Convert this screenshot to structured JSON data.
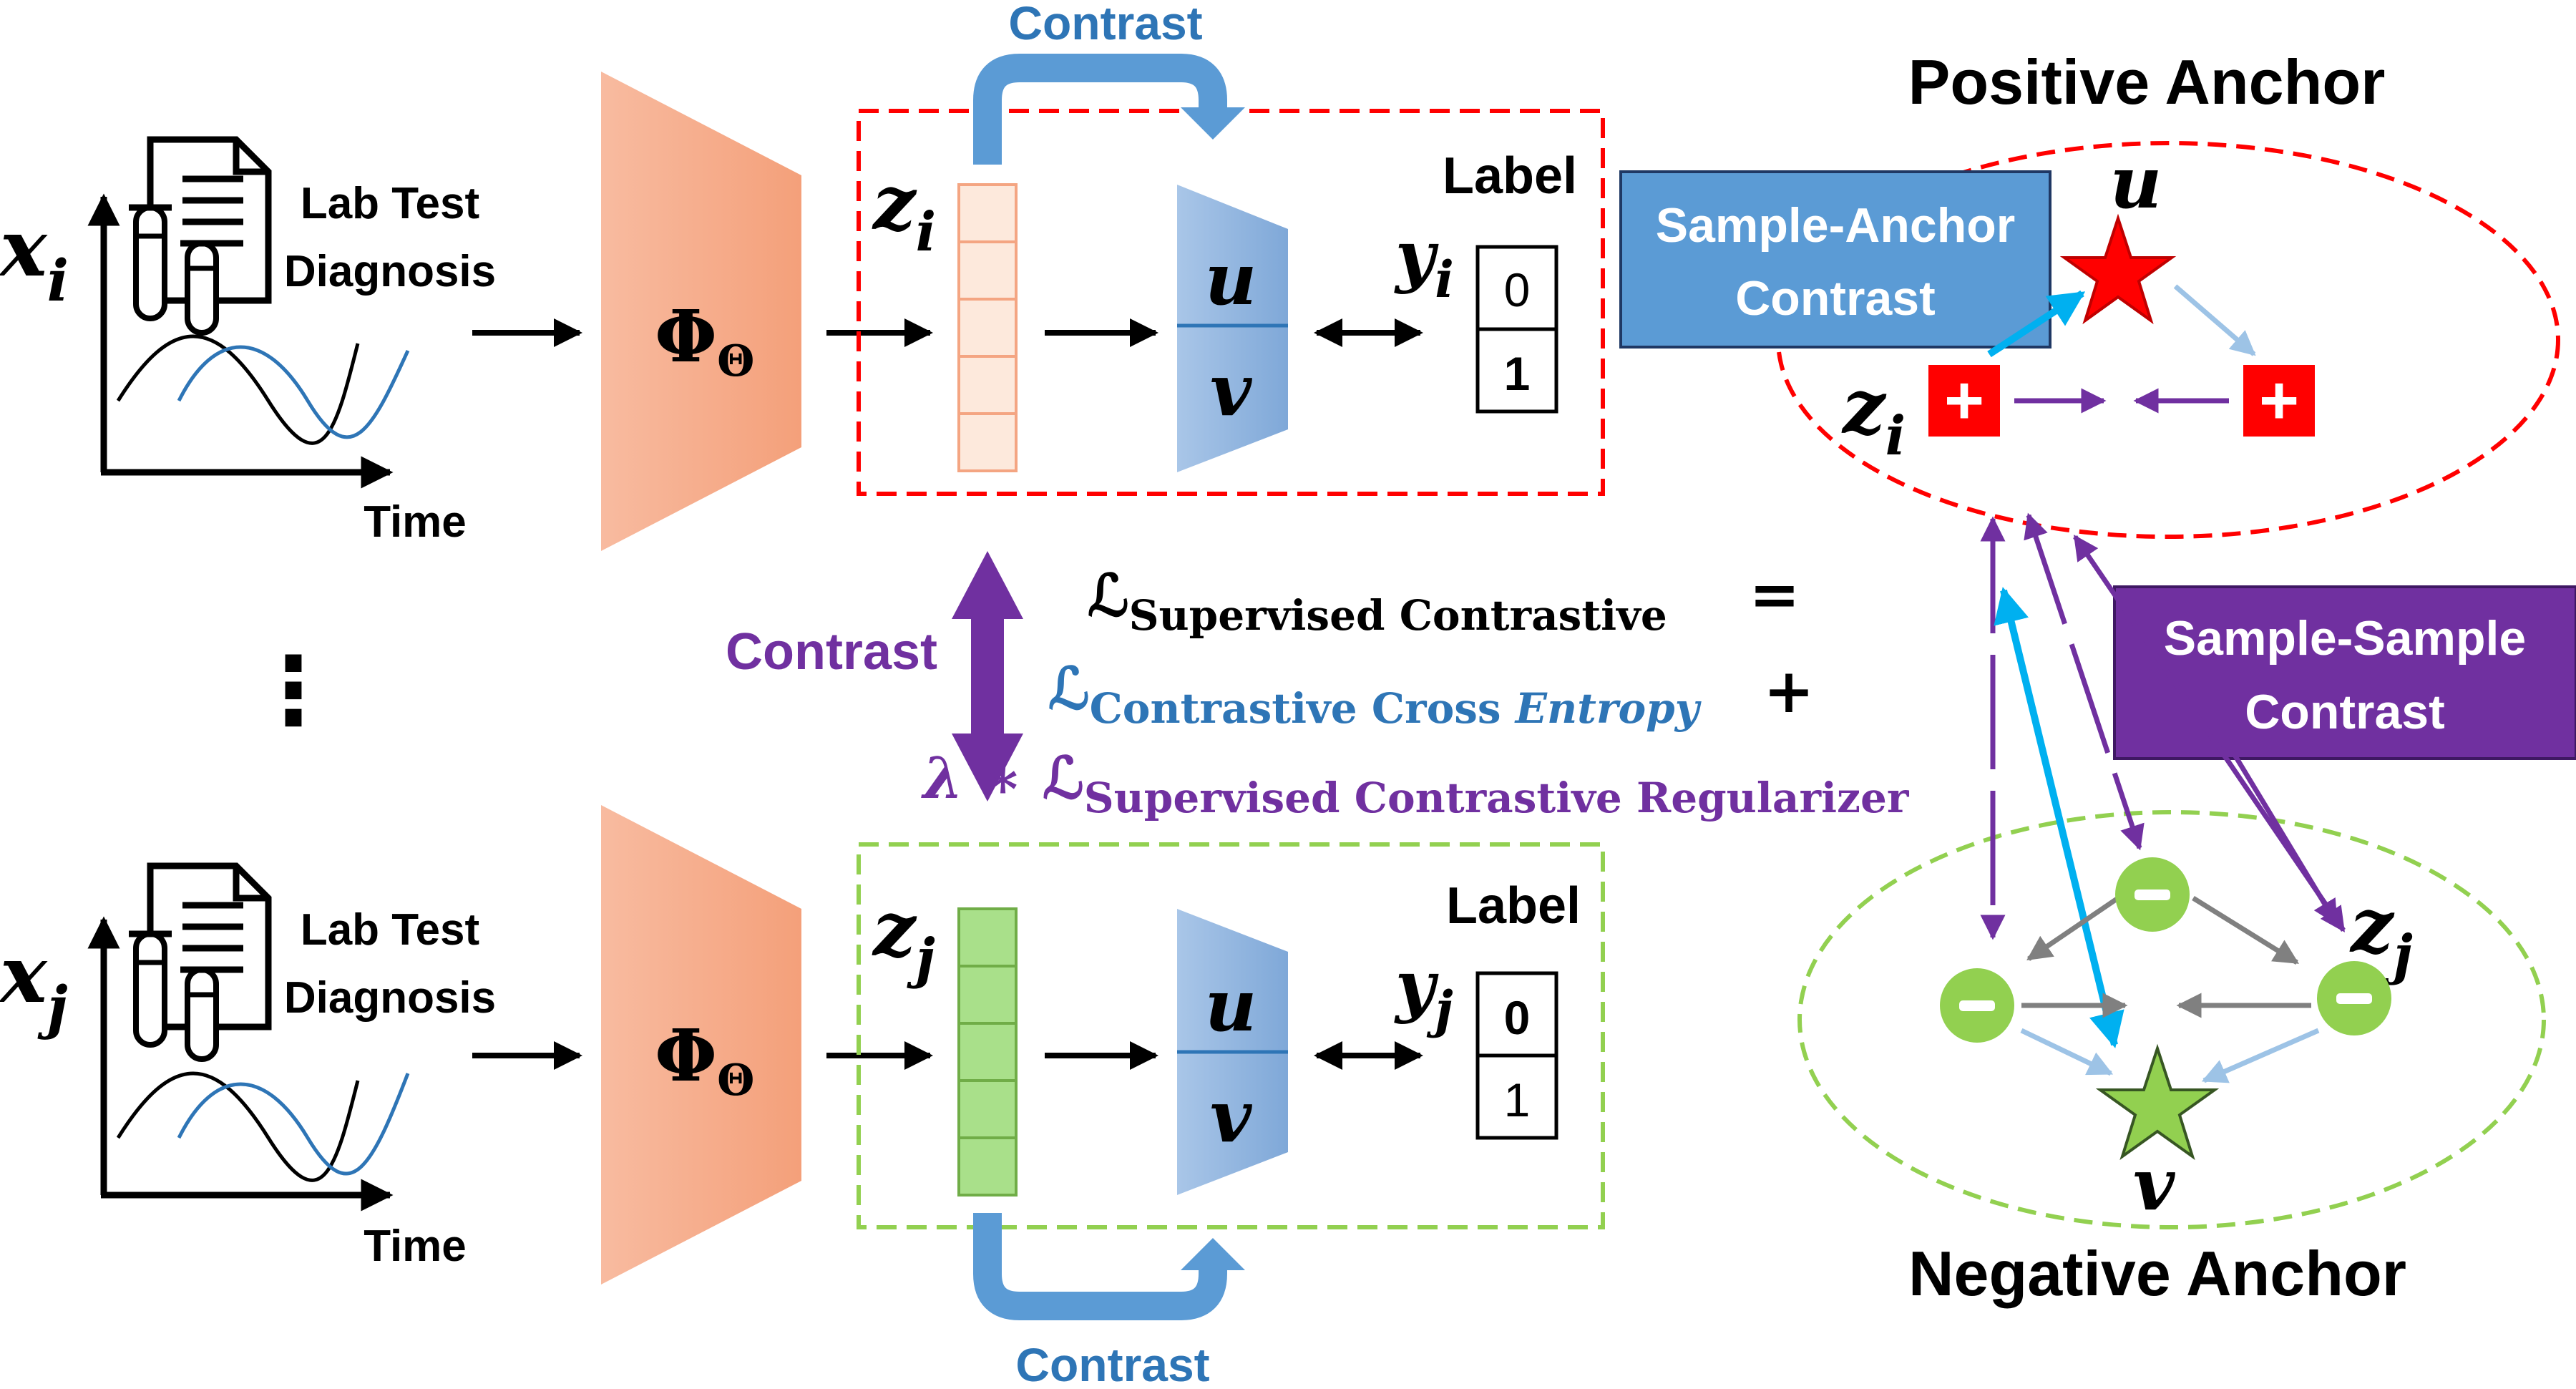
{
  "top_row": {
    "input_label_main": "x",
    "input_label_sub": "i",
    "lab_test_line1": "Lab Test",
    "lab_test_line2": "Diagnosis",
    "time_label": "Time",
    "encoder_label": "Φ",
    "encoder_sub": "Θ",
    "embedding_label_main": "z",
    "embedding_label_sub": "i",
    "anchor_u": "u",
    "anchor_v": "v",
    "label_title": "Label",
    "y_label_main": "y",
    "y_label_sub": "i",
    "y_values": [
      "0",
      "1"
    ],
    "contrast_label": "Contrast"
  },
  "bottom_row": {
    "input_label_main": "x",
    "input_label_sub": "j",
    "lab_test_line1": "Lab Test",
    "lab_test_line2": "Diagnosis",
    "time_label": "Time",
    "encoder_label": "Φ",
    "encoder_sub": "Θ",
    "embedding_label_main": "z",
    "embedding_label_sub": "j",
    "anchor_u": "u",
    "anchor_v": "v",
    "label_title": "Label",
    "y_label_main": "y",
    "y_label_sub": "j",
    "y_values": [
      "0",
      "1"
    ],
    "contrast_label": "Contrast"
  },
  "middle": {
    "ellipsis": "⋮",
    "contrast_label": "Contrast",
    "loss_line1_symbol": "ℒ",
    "loss_line1_sub": "Supervised Contrastive",
    "loss_line1_op": "=",
    "loss_line2_symbol": "ℒ",
    "loss_line2_sub_plain": "Contrastive Cross ",
    "loss_line2_sub_italic": "Entropy",
    "loss_line2_op": "+",
    "loss_line3_prefix": "λ ∗ ",
    "loss_line3_symbol": "ℒ",
    "loss_line3_sub": "Supervised Contrastive Regularizer"
  },
  "right_panel": {
    "positive_anchor_title": "Positive Anchor",
    "negative_anchor_title": "Negative Anchor",
    "sample_anchor_line1": "Sample-Anchor",
    "sample_anchor_line2": "Contrast",
    "sample_sample_line1": "Sample-Sample",
    "sample_sample_line2": "Contrast",
    "u_label": "u",
    "v_label": "v",
    "zi_main": "z",
    "zi_sub": "i",
    "zj_main": "z",
    "zj_sub": "j",
    "plus_sign": "+",
    "minus_sign": "−"
  },
  "colors": {
    "orange_encoder": "#F4A582",
    "blue_box": "#5B9BD5",
    "purple": "#7030A0",
    "red": "#FF0000",
    "green": "#92D050",
    "light_blue_arrow": "#00B0F0",
    "contrast_blue_text": "#2E75B6"
  }
}
